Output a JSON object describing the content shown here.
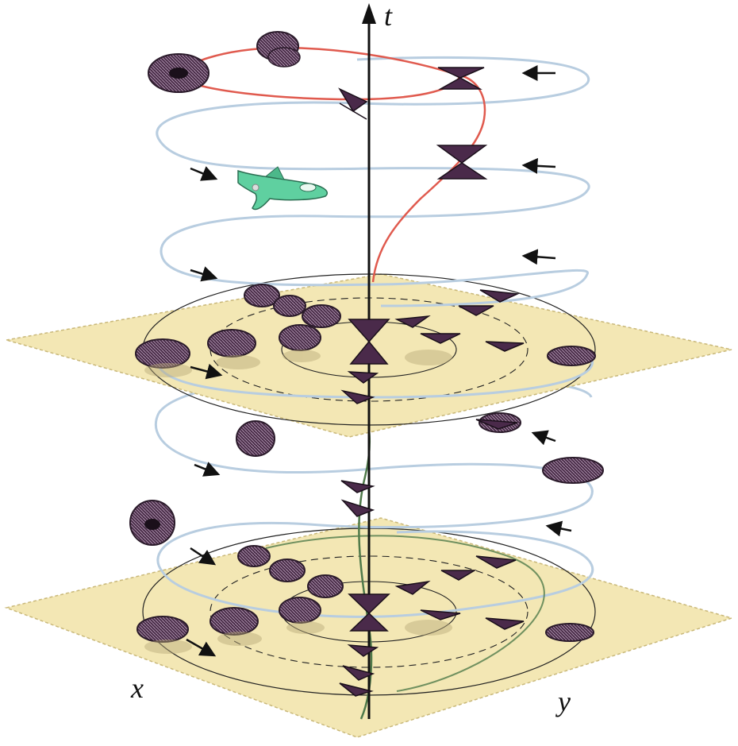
{
  "diagram": {
    "axes": {
      "time_label": "t",
      "x_label": "x",
      "y_label": "y"
    },
    "colors": {
      "plane_fill": "#f3e7b4",
      "orbit": "#b8cde0",
      "worldline_upper": "#e05a4e",
      "worldline_lower": "#4f7a4a",
      "cone": "#4a2a4a",
      "ship": "#5fd0a0"
    },
    "icons": [
      "light-cone-icon",
      "spaceship-icon",
      "arrow-icon"
    ]
  }
}
